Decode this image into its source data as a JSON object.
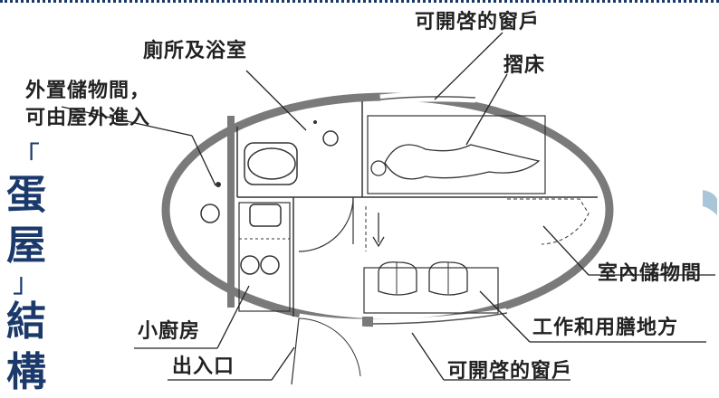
{
  "title": {
    "open_bracket": "「",
    "char1": "蛋",
    "char2": "屋",
    "close_bracket": "」",
    "char3": "結",
    "char4": "構"
  },
  "labels": {
    "window_top": "可開啓的窗戶",
    "bed": "摺床",
    "toilet_bath": "廁所及浴室",
    "outer_storage_line1": "外置儲物間，",
    "outer_storage_line2": "可由屋外進入",
    "indoor_storage": "室內儲物間",
    "kitchen": "小廚房",
    "work_dining": "工作和用膳地方",
    "entrance": "出入口",
    "window_bottom": "可開啓的窗戶"
  },
  "colors": {
    "title_blue": "#1b3a6b",
    "wall_gray": "#7a7a7a",
    "line_dark": "#333333"
  }
}
